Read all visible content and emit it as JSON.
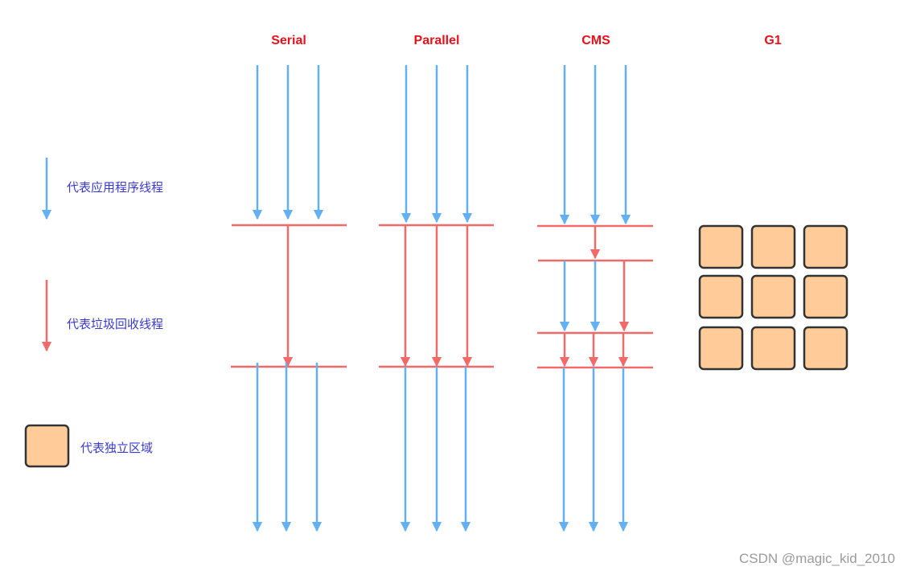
{
  "titles": {
    "serial": "Serial",
    "parallel": "Parallel",
    "cms": "CMS",
    "g1": "G1"
  },
  "legend": {
    "app_thread": "代表应用程序线程",
    "gc_thread": "代表垃圾回收线程",
    "region": "代表独立区域"
  },
  "watermark": "CSDN @magic_kid_2010",
  "colors": {
    "title": "#e8101a",
    "app_thread": "#64b0f4",
    "gc_thread": "#f06a6a",
    "region_fill": "#ffcc99",
    "region_border": "#333333",
    "legend_text": "#3a3ad0"
  }
}
